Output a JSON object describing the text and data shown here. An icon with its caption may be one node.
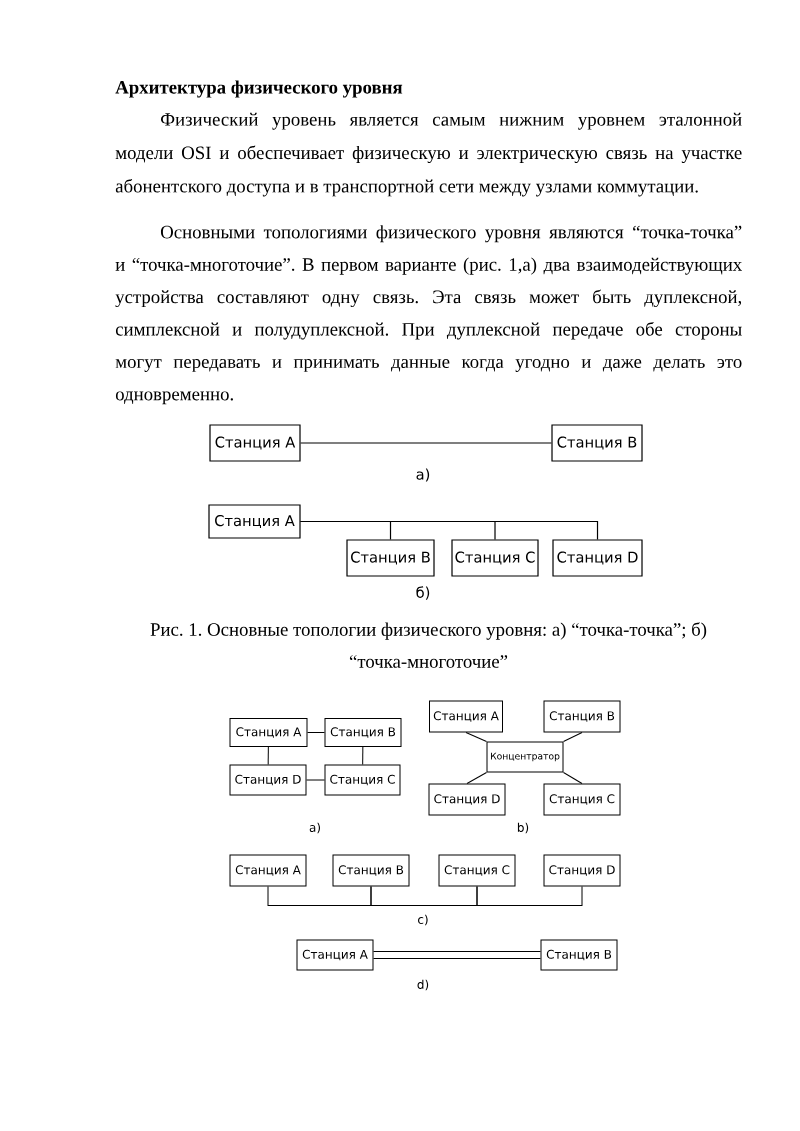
{
  "diagram": {
    "title": "Архитектура физического уровня",
    "caption": "Рис. 1. Основные топологии физического уровня: а) “точка-точка”; б) “точка-многоточие”",
    "nodes": [
      {
        "text": [
          "Станция A"
        ]
      },
      {
        "text": [
          "Станция B"
        ]
      },
      {
        "text": [
          "Станция A"
        ]
      },
      {
        "text": [
          "Станция B"
        ]
      },
      {
        "text": [
          "Станция C"
        ]
      },
      {
        "text": [
          "Станция D"
        ]
      },
      {
        "text": [
          "Станция A"
        ]
      },
      {
        "text": [
          "Станция B"
        ]
      },
      {
        "text": [
          "Станция D"
        ]
      },
      {
        "text": [
          "Станция C"
        ]
      },
      {
        "text": [
          "Станция A"
        ]
      },
      {
        "text": [
          "Станция B"
        ]
      },
      {
        "text": [
          "Концентратор"
        ]
      },
      {
        "text": [
          "Станция D"
        ]
      },
      {
        "text": [
          "Станция C"
        ]
      },
      {
        "text": [
          "Станция A"
        ]
      },
      {
        "text": [
          "Станция B"
        ]
      },
      {
        "text": [
          "Станция C"
        ]
      },
      {
        "text": [
          "Станция D"
        ]
      },
      {
        "text": [
          "Станция A"
        ]
      },
      {
        "text": [
          "Станция B"
        ]
      }
    ],
    "edges": [
      {
        "from": 0,
        "to": 1,
        "arrow": "none"
      },
      {
        "from": 2,
        "to": 3,
        "arrow": "none"
      },
      {
        "from": 2,
        "to": 4,
        "arrow": "none"
      },
      {
        "from": 2,
        "to": 5,
        "arrow": "none"
      },
      {
        "from": 6,
        "to": 7,
        "arrow": "none"
      },
      {
        "from": 6,
        "to": 8,
        "arrow": "none"
      },
      {
        "from": 7,
        "to": 9,
        "arrow": "none"
      },
      {
        "from": 8,
        "to": 9,
        "arrow": "none"
      },
      {
        "from": 10,
        "to": 12,
        "arrow": "none"
      },
      {
        "from": 11,
        "to": 12,
        "arrow": "none"
      },
      {
        "from": 13,
        "to": 12,
        "arrow": "none"
      },
      {
        "from": 14,
        "to": 12,
        "arrow": "none"
      },
      {
        "from": 15,
        "to": 16,
        "arrow": "none"
      },
      {
        "from": 16,
        "to": 17,
        "arrow": "none"
      },
      {
        "from": 17,
        "to": 18,
        "arrow": "none"
      },
      {
        "from": 19,
        "to": 20,
        "arrow": "none"
      },
      {
        "from": 19,
        "to": 20,
        "arrow": "none"
      }
    ],
    "labels": [
      "Физический уровень является самым нижним уровнем эталонной модели OSI и обеспечивает физическую и электрическую связь на участке абонентского доступа и в транспортной сети между узлами коммутации.",
      "Основными топологиями физического уровня являются “точка-точка” и “точка-многоточие”. В первом варианте (рис. 1,а) два взаимодействующих устройства составляют одну связь. Эта связь может быть дуплексной, симплексной и полудуплексной. При дуплексной передаче обе стороны могут передавать и принимать данные когда угодно и даже делать это одновременно.",
      "а)",
      "б)",
      "a)",
      "b)",
      "c)",
      "d)"
    ]
  }
}
